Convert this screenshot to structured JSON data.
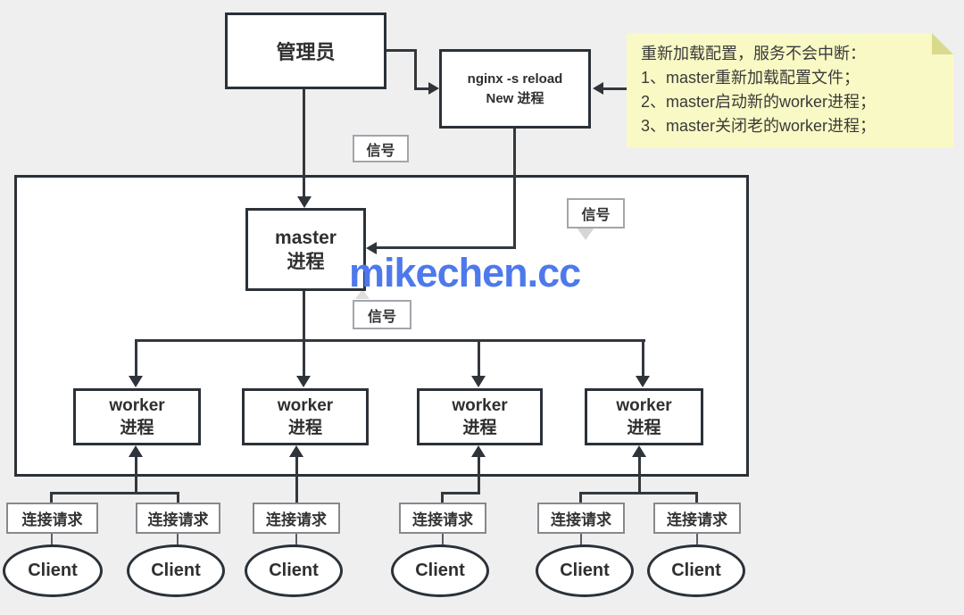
{
  "admin": {
    "label": "管理员"
  },
  "reload_box": {
    "line1": "nginx -s reload",
    "line2": "New 进程"
  },
  "note": {
    "lines": [
      "重新加载配置，服务不会中断：",
      "1、master重新加载配置文件；",
      "2、master启动新的worker进程；",
      "3、master关闭老的worker进程；"
    ]
  },
  "signal": {
    "label": "信号"
  },
  "master": {
    "line1": "master",
    "line2": "进程"
  },
  "worker": {
    "line1": "worker",
    "line2": "进程"
  },
  "request": {
    "label": "连接请求"
  },
  "client": {
    "label": "Client"
  },
  "watermark": {
    "text": "mikechen.cc"
  },
  "colors": {
    "background": "#efeff0",
    "box_border": "#2b3138",
    "line": "#33383d",
    "note_bg": "#f9f9c5",
    "note_fold": "#d9da8d",
    "watermark_blue": "#4e79ec"
  }
}
